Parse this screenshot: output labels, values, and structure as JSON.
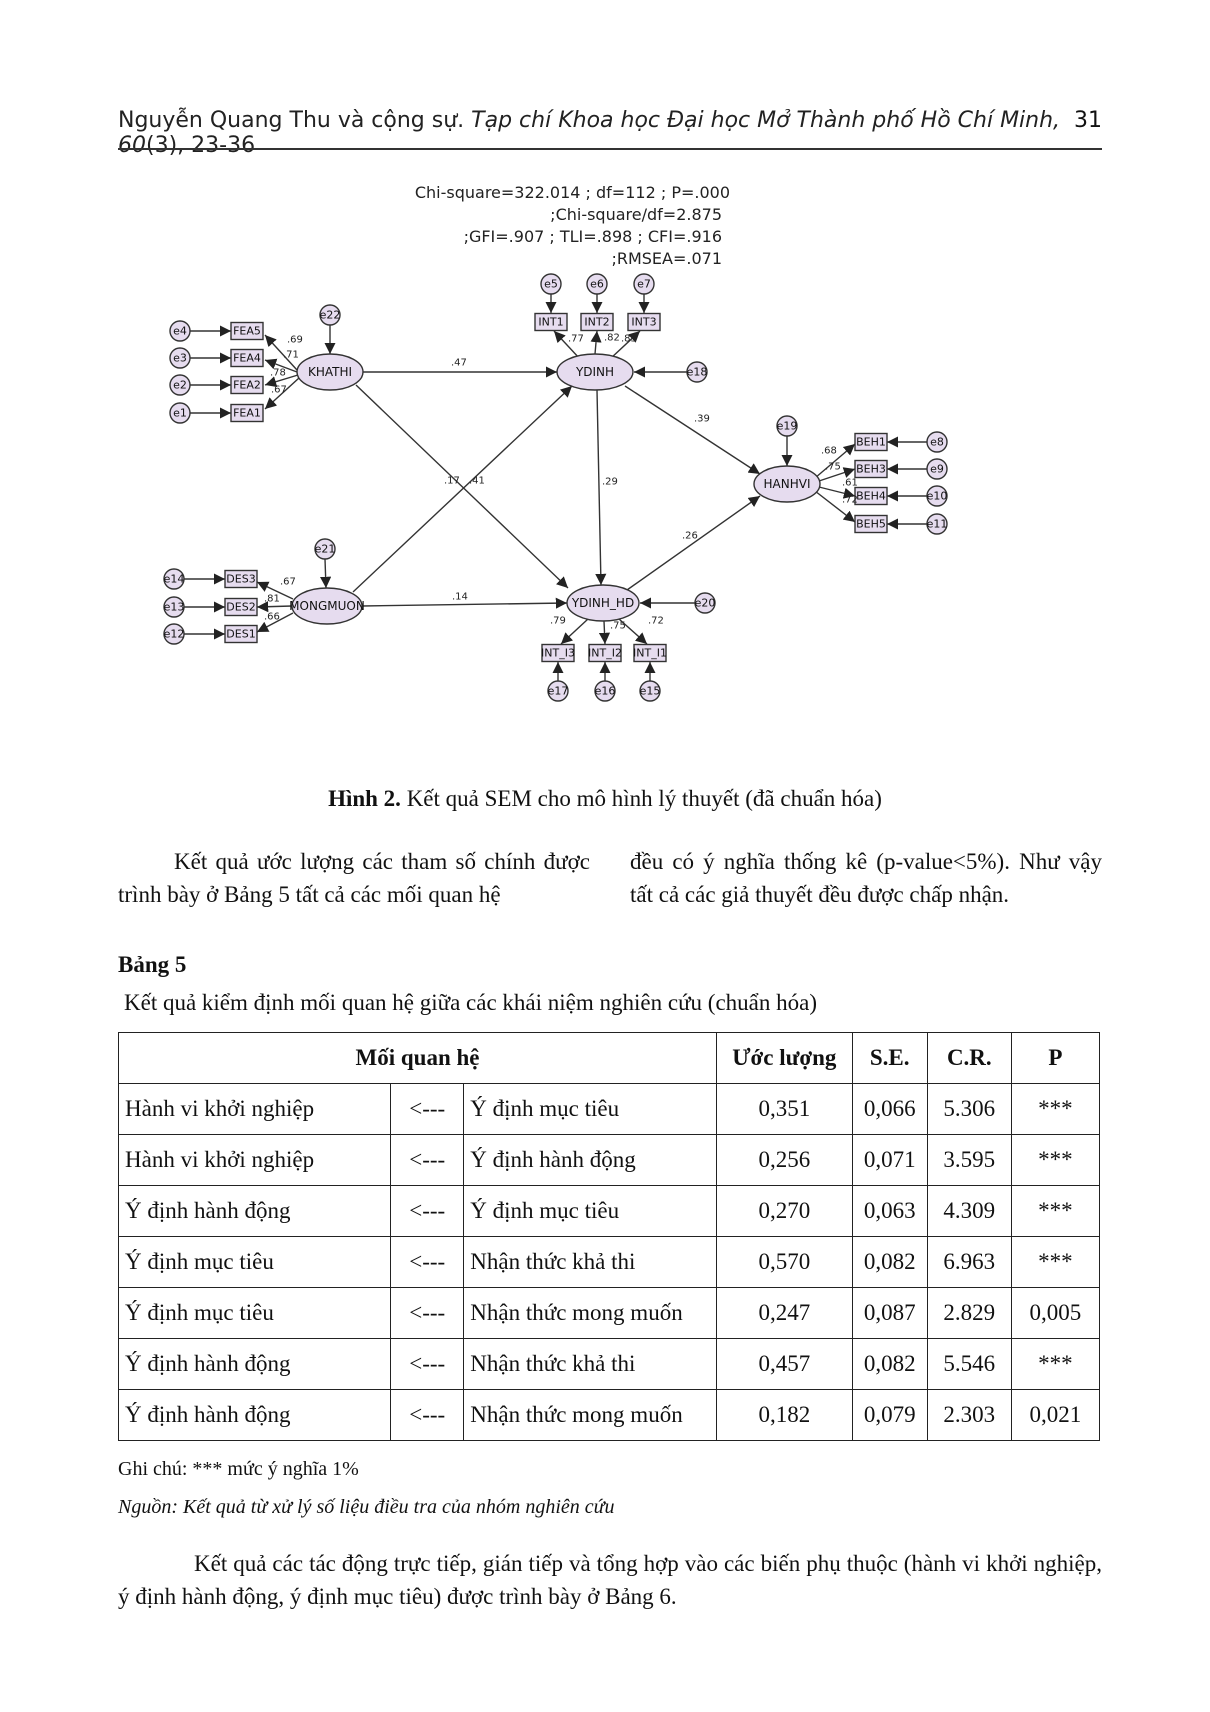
{
  "header": {
    "authors": "Nguyễn Quang Thu và cộng sự.",
    "journal": "Tạp chí Khoa học Đại học Mở Thành phố Hồ Chí Minh, 60",
    "issue_pages": "(3), 23-36",
    "page_number": "31"
  },
  "diagram": {
    "fit_lines": [
      "Chi-square=322.014 ; df=112 ; P=.000",
      ";Chi-square/df=2.875",
      ";GFI=.907 ; TLI=.898 ; CFI=.916",
      ";RMSEA=.071"
    ],
    "latents": {
      "khathi": "KHATHI",
      "ydinh": "YDINH",
      "hanhvi": "HANHVI",
      "mongmuon": "MONGMUON",
      "ydinh_hd": "YDINH_HD"
    },
    "indicators": {
      "fea5": "FEA5",
      "fea4": "FEA4",
      "fea2": "FEA2",
      "fea1": "FEA1",
      "int1": "INT1",
      "int2": "INT2",
      "int3": "INT3",
      "beh1": "BEH1",
      "beh3": "BEH3",
      "beh4": "BEH4",
      "beh5": "BEH5",
      "des3": "DES3",
      "des2": "DES2",
      "des1": "DES1",
      "int_i3": "INT_I3",
      "int_i2": "INT_I2",
      "int_i1": "INT_I1"
    },
    "errors": {
      "e1": "e1",
      "e2": "e2",
      "e3": "e3",
      "e4": "e4",
      "e5": "e5",
      "e6": "e6",
      "e7": "e7",
      "e8": "e8",
      "e9": "e9",
      "e10": "e10",
      "e11": "e11",
      "e12": "e12",
      "e13": "e13",
      "e14": "e14",
      "e15": "e15",
      "e16": "e16",
      "e17": "e17",
      "e18": "e18",
      "e19": "e19",
      "e20": "e20",
      "e21": "e21",
      "e22": "e22"
    },
    "loadings": {
      "fea5": ".69",
      "fea4": ".71",
      "fea2": ".78",
      "fea1": ".67",
      "int1": ".77",
      "int2": ".82",
      "int3": ".85",
      "beh1": ".68",
      "beh3": ".75",
      "beh4": ".61",
      "beh5": ".72",
      "des3": ".67",
      "des2": ".81",
      "des1": ".66",
      "int_i3": ".79",
      "int_i2": ".75",
      "int_i1": ".72"
    },
    "paths": {
      "khathi_ydinh": ".47",
      "ydinh_hanhvi": ".39",
      "ydinh_ydinhhd": ".29",
      "ydinhhd_hanhvi": ".26",
      "mongmuon_ydinhhd": ".14",
      "khathi_ydinhhd": ".17",
      "mongmuon_ydinh": ".41"
    }
  },
  "figure": {
    "label": "Hình 2.",
    "caption": " Kết quả SEM cho mô hình lý thuyết (đã chuẩn hóa)"
  },
  "body": {
    "left": "Kết quả ước lượng các tham số chính được trình bày ở Bảng 5 tất cả các mối quan hệ",
    "right": "đều có ý nghĩa thống kê (p-value<5%). Như vậy tất cả các giả thuyết đều được chấp nhận."
  },
  "table": {
    "label": "Bảng 5",
    "title": "Kết quả kiểm định mối quan hệ giữa các khái niệm nghiên cứu (chuẩn hóa)",
    "headers": {
      "relation": "Mối quan hệ",
      "estimate": "Ước lượng",
      "se": "S.E.",
      "cr": "C.R.",
      "p": "P"
    },
    "rows": [
      {
        "dep": "Hành vi khởi nghiệp",
        "arrow": "<---",
        "ind": "Ý định mục tiêu",
        "est": "0,351",
        "se": "0,066",
        "cr": "5.306",
        "p": "***"
      },
      {
        "dep": "Hành vi khởi nghiệp",
        "arrow": "<---",
        "ind": "Ý định hành động",
        "est": "0,256",
        "se": "0,071",
        "cr": "3.595",
        "p": "***"
      },
      {
        "dep": "Ý định hành động",
        "arrow": "<---",
        "ind": "Ý định mục tiêu",
        "est": "0,270",
        "se": "0,063",
        "cr": "4.309",
        "p": "***"
      },
      {
        "dep": "Ý định mục tiêu",
        "arrow": "<---",
        "ind": "Nhận thức khả thi",
        "est": "0,570",
        "se": "0,082",
        "cr": "6.963",
        "p": "***"
      },
      {
        "dep": "Ý định mục tiêu",
        "arrow": "<---",
        "ind": "Nhận thức mong muốn",
        "est": "0,247",
        "se": "0,087",
        "cr": "2.829",
        "p": "0,005"
      },
      {
        "dep": "Ý định hành động",
        "arrow": "<---",
        "ind": "Nhận thức khả thi",
        "est": "0,457",
        "se": "0,082",
        "cr": "5.546",
        "p": "***"
      },
      {
        "dep": "Ý định hành động",
        "arrow": "<---",
        "ind": "Nhận thức mong muốn",
        "est": "0,182",
        "se": "0,079",
        "cr": "2.303",
        "p": "0,021"
      }
    ],
    "note": "Ghi chú: *** mức ý nghĩa 1%",
    "source": "Nguồn: Kết quả từ xử lý số liệu điều tra của nhóm nghiên cứu"
  },
  "closing": "Kết quả các tác động trực tiếp, gián tiếp và tổng hợp vào các biến phụ thuộc (hành vi khởi nghiệp, ý định hành động, ý định mục tiêu) được trình bày ở Bảng 6.",
  "colors": {
    "node_fill": "#e6dcef",
    "stroke": "#333333"
  }
}
